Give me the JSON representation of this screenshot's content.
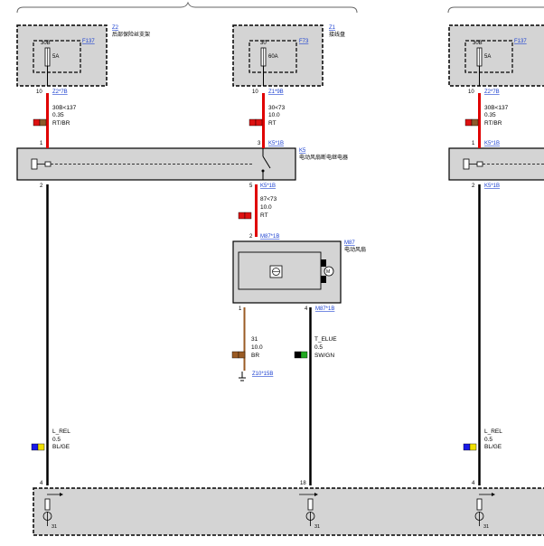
{
  "components": {
    "z2": {
      "code": "Z2",
      "name": "后部保险丝支架"
    },
    "z1": {
      "code": "Z1",
      "name": "接线盘"
    },
    "k5": {
      "code": "K5",
      "name": "电动风扇断电继电器"
    },
    "m87": {
      "code": "M87",
      "name": "电动风扇"
    }
  },
  "fuses": {
    "f137": {
      "code": "F137",
      "terminal": "30B",
      "rating": "5A"
    },
    "f73": {
      "code": "F73",
      "terminal": "30",
      "rating": "60A"
    }
  },
  "connectors": {
    "z2_pin": "10",
    "z2_conn": "Z2*7B",
    "z1_pin": "10",
    "z1_conn": "Z1*9B",
    "k5_in1": "1",
    "k5_in3": "3",
    "k5_conn": "K5*1B",
    "k5_out2": "2",
    "k5_out5": "5",
    "k5_conn_out": "K5*1B",
    "m87_in": "2",
    "m87_conn": "M87*1B",
    "m87_out1": "1",
    "m87_out4": "4",
    "m87_conn_out": "M87*1B",
    "ground": "Z10*15B",
    "bottom_pin4": "4",
    "bottom_pin18": "18",
    "ground_31": "31"
  },
  "wires": {
    "w1": {
      "signal": "30B<137",
      "size": "0.35",
      "color": "RT/BR",
      "c1": "#dd1111",
      "c2": "#8b5a2b"
    },
    "w2": {
      "signal": "30<73",
      "size": "10.0",
      "color": "RT",
      "c1": "#dd1111",
      "c2": "#dd1111"
    },
    "w3": {
      "signal": "87<73",
      "size": "10.0",
      "color": "RT",
      "c1": "#dd1111",
      "c2": "#dd1111"
    },
    "w4": {
      "signal": "31",
      "size": "10.0",
      "color": "BR",
      "c1": "#9a5b24",
      "c2": "#9a5b24"
    },
    "w5": {
      "signal": "T_ELUE",
      "size": "0.5",
      "color": "SW/GN",
      "c1": "#000000",
      "c2": "#22aa22"
    },
    "w6": {
      "signal": "L_REL",
      "size": "0.5",
      "color": "BL/GE",
      "c1": "#1a1ae6",
      "c2": "#f0e000"
    }
  }
}
